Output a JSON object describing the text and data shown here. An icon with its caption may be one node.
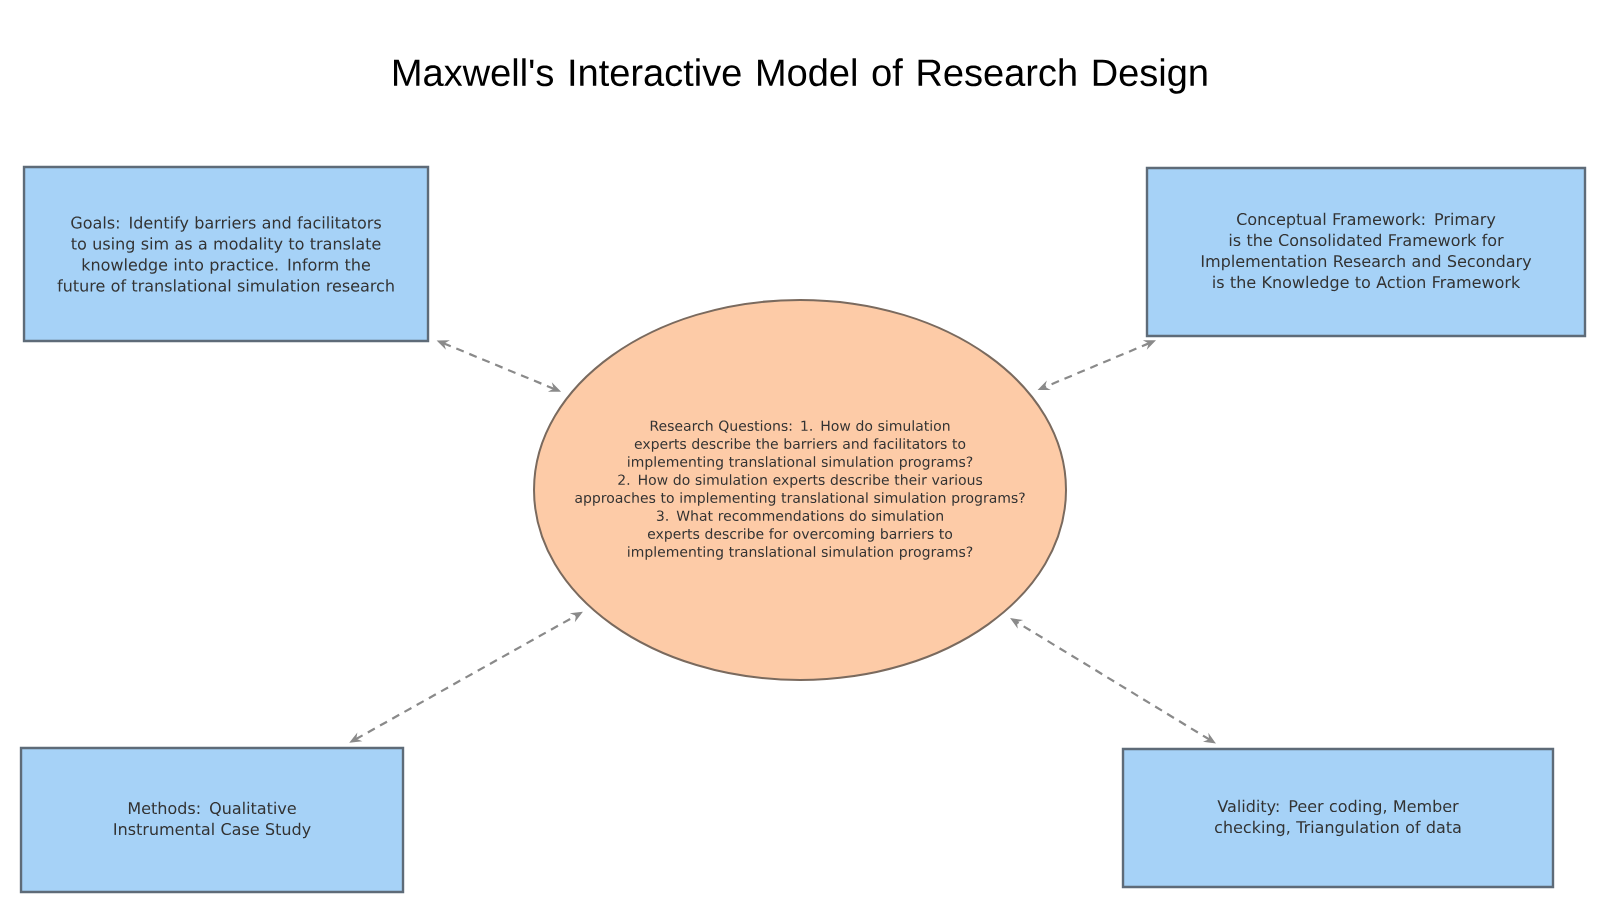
{
  "diagram": {
    "title": "Maxwell's Interactive Model of Research Design",
    "nodes": [
      {
        "text": [
          "Goals: Identify barriers and facilitators to using sim as a modality to translate knowledge into practice. Inform the future of translational simulation research"
        ]
      },
      {
        "text": [
          "Conceptual Framework: Primary is the Consolidated Framework for Implementation Research and Secondary is the Knowledge to Action Framework"
        ]
      },
      {
        "text": [
          "Research Questions: 1. How do simulation experts describe the barriers and facilitators to implementing translational simulation programs?",
          "2. How do simulation experts describe their various approaches to implementing translational simulation programs?",
          "3. What recommendations do simulation experts describe for overcoming barriers to implementing translational simulation programs?"
        ]
      },
      {
        "text": [
          "Methods: Qualitative Instrumental Case Study"
        ]
      },
      {
        "text": [
          "Validity: Peer coding, Member checking, Triangulation of data"
        ]
      }
    ],
    "edges": [
      {
        "from": 0,
        "to": 2,
        "arrow": "both",
        "style": "dashed"
      },
      {
        "from": 1,
        "to": 2,
        "arrow": "both",
        "style": "dashed"
      },
      {
        "from": 3,
        "to": 2,
        "arrow": "both",
        "style": "dashed"
      },
      {
        "from": 4,
        "to": 2,
        "arrow": "both",
        "style": "dashed"
      }
    ]
  }
}
